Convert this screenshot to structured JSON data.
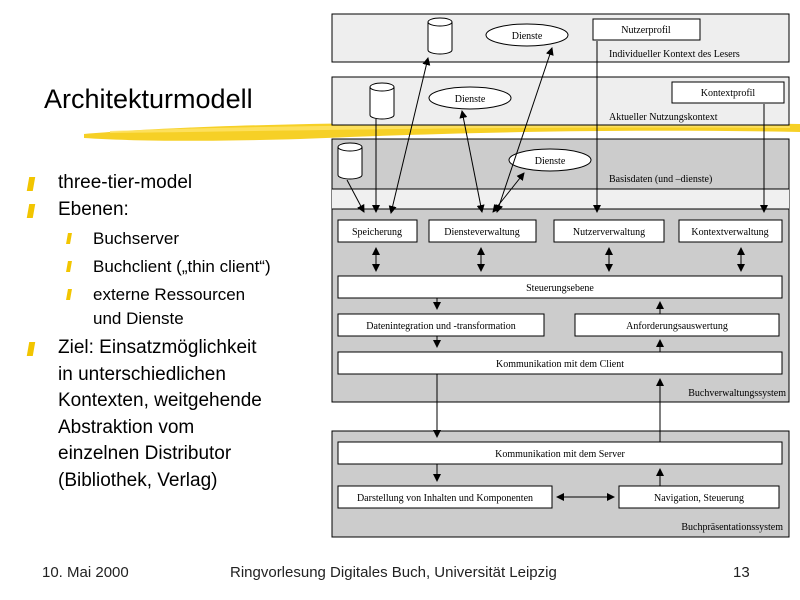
{
  "title": "Architekturmodell",
  "bullets": {
    "b1": "three-tier-model",
    "b2": "Ebenen:",
    "s1": "Buchserver",
    "s2": "Buchclient („thin client“)",
    "s3a": "externe Ressourcen",
    "s3b": "und Dienste",
    "b3": [
      "Ziel: Einsatzmöglichkeit",
      "in unterschiedlichen",
      "Kontexten, weitgehende",
      "Abstraktion vom",
      "einzelnen Distributor",
      "(Bibliothek, Verlag)"
    ]
  },
  "diagram": {
    "layer1": {
      "service": "Dienste",
      "profile": "Nutzerprofil",
      "caption": "Individueller Kontext des Lesers"
    },
    "layer2": {
      "service": "Dienste",
      "profile": "Kontextprofil",
      "caption": "Aktueller Nutzungskontext"
    },
    "layer3": {
      "service": "Dienste",
      "caption": "Basisdaten (und –dienste)",
      "modules": [
        "Speicherung",
        "Diensteverwaltung",
        "Nutzerverwaltung",
        "Kontextverwaltung"
      ],
      "control": "Steuerungsebene",
      "integration": "Datenintegration und -transformation",
      "requests": "Anforderungsauswertung",
      "comm": "Kommunikation mit dem Client",
      "system": "Buchverwaltungssystem"
    },
    "layer4": {
      "comm": "Kommunikation mit dem Server",
      "display": "Darstellung von Inhalten und Komponenten",
      "nav": "Navigation, Steuerung",
      "system": "Buchpräsentationssystem"
    }
  },
  "footer": {
    "date": "10. Mai 2000",
    "event": "Ringvorlesung Digitales Buch, Universität Leipzig",
    "page": "13"
  },
  "colors": {
    "accent": "#f2c500",
    "layer_top": "#eeeeee",
    "layer_bottom": "#cccccc"
  }
}
